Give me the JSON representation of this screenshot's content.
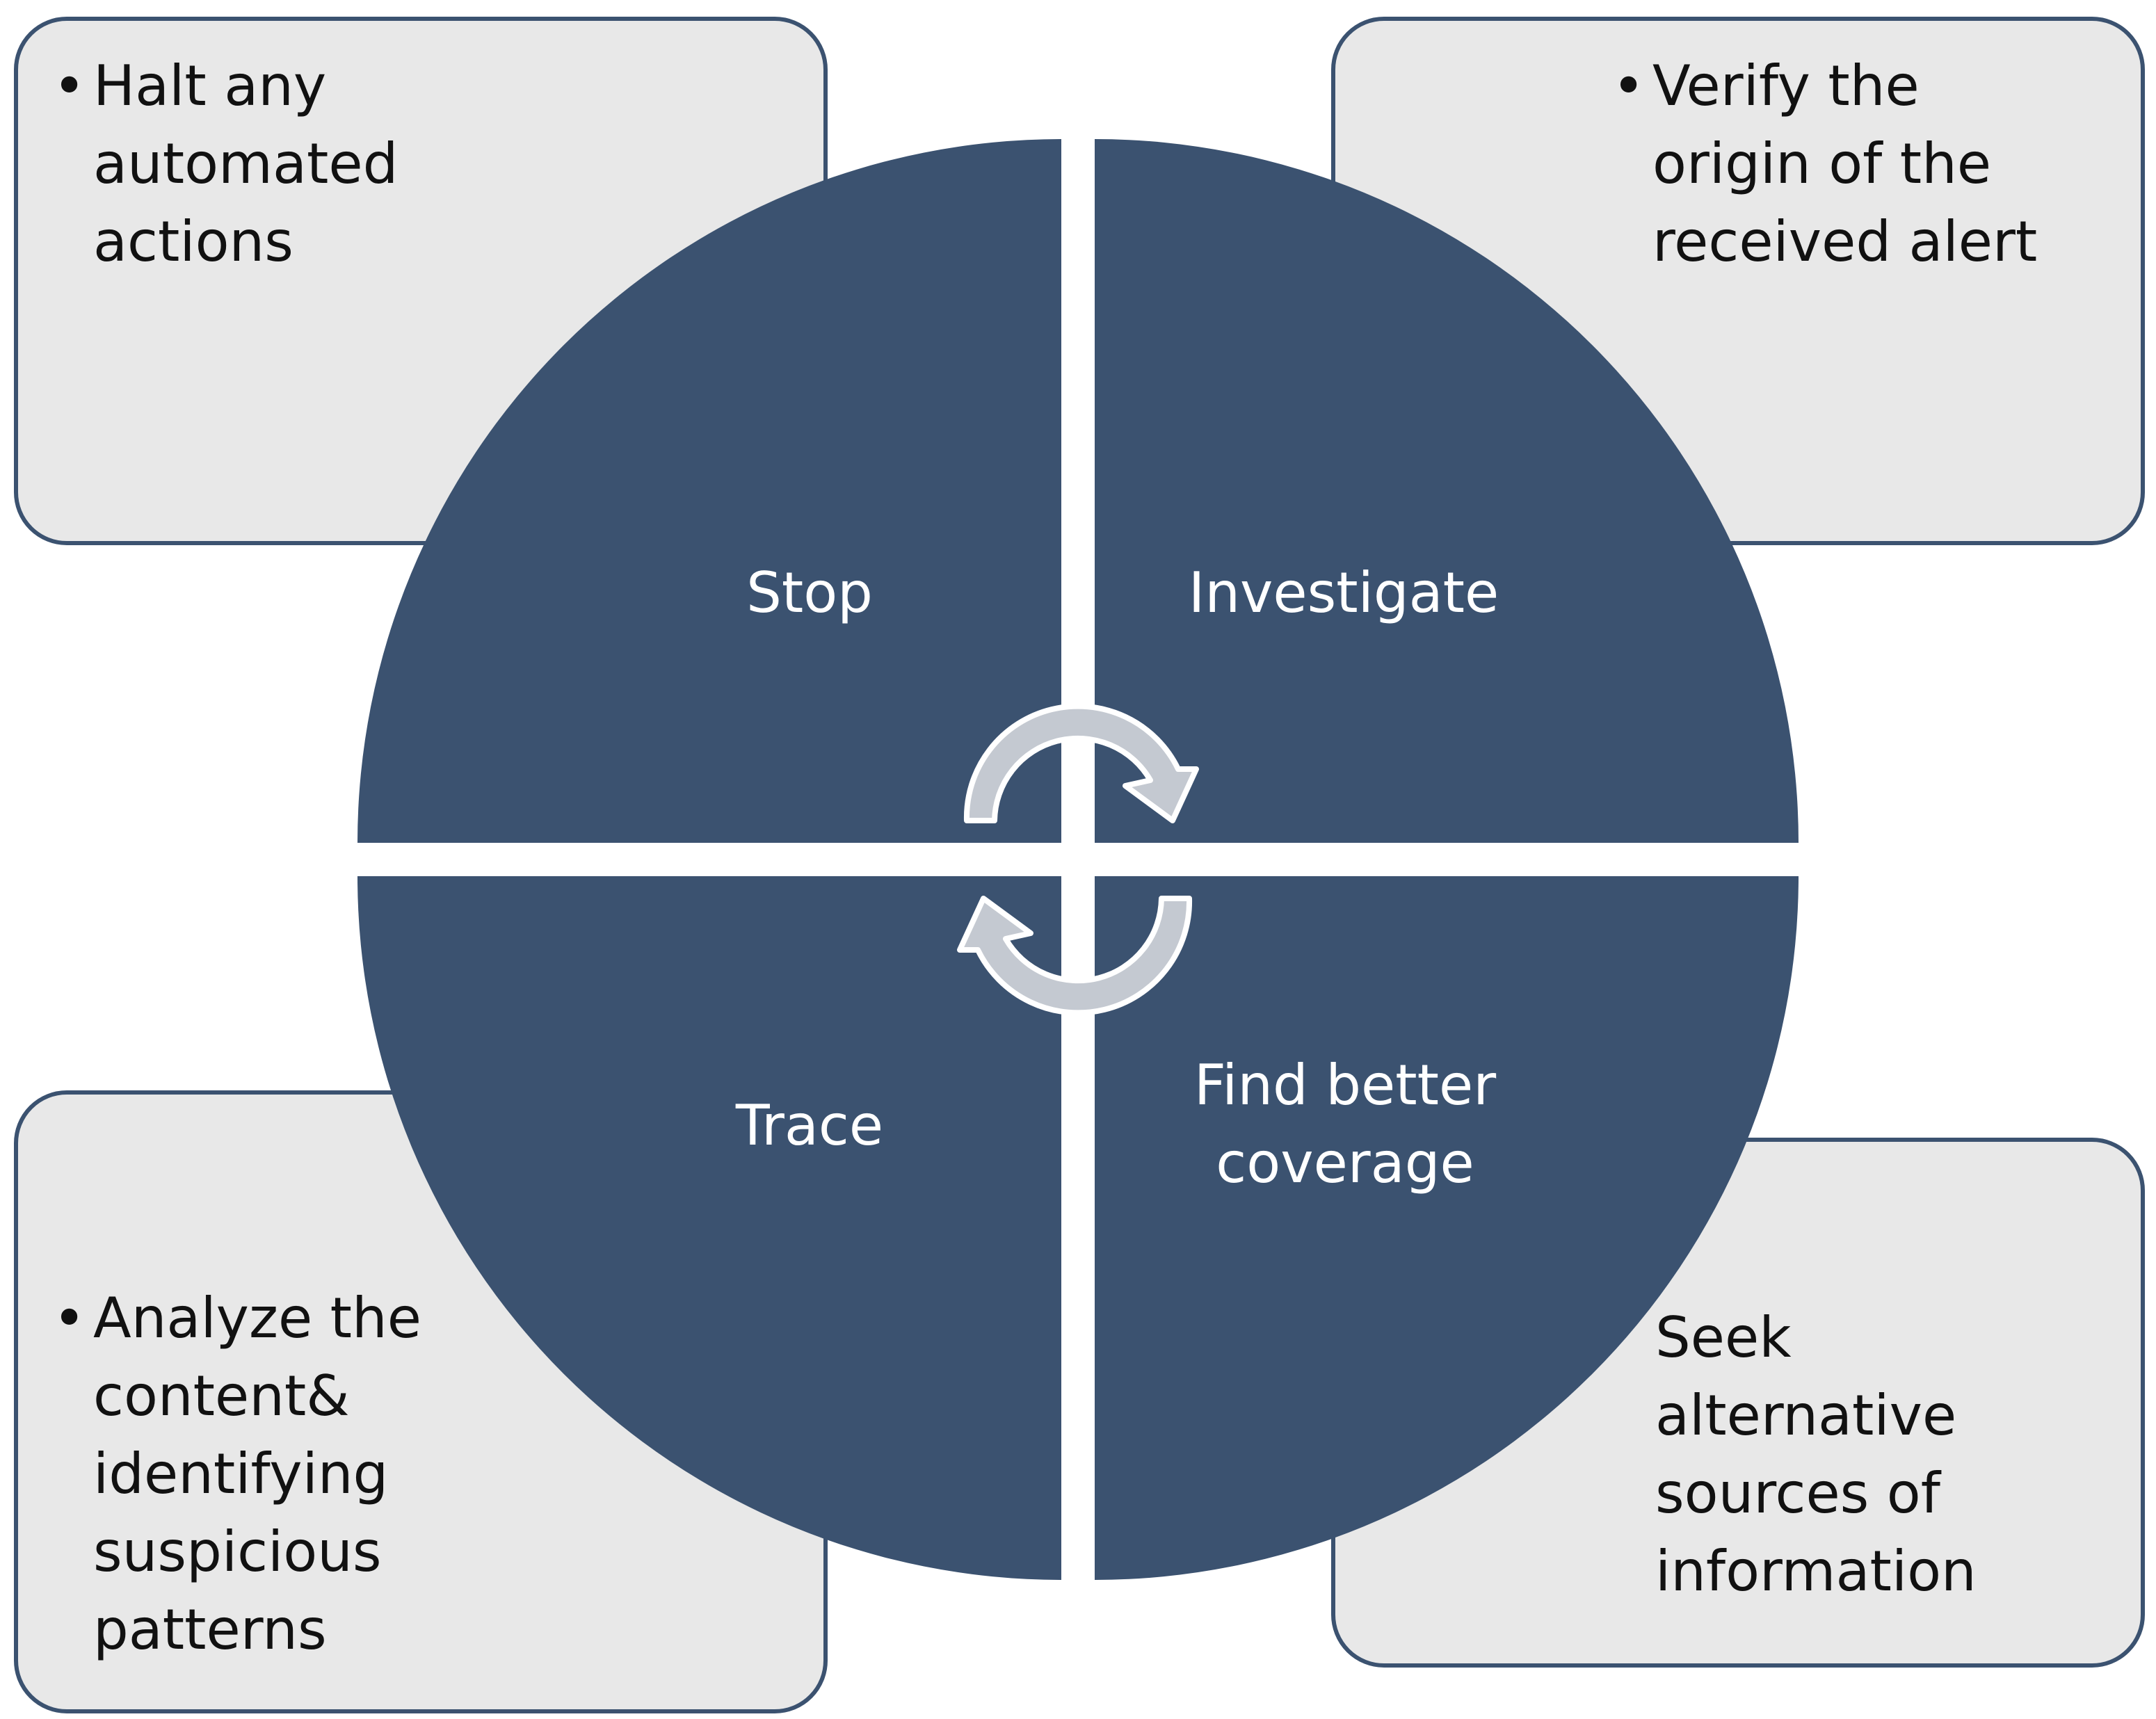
{
  "segments": [
    {
      "label": "Stop"
    },
    {
      "label": "Investigate"
    },
    {
      "label": "Trace"
    },
    {
      "label": "Find better coverage",
      "lines": [
        "Find better",
        "coverage"
      ]
    }
  ],
  "boxes": {
    "top_left": {
      "lines": [
        "Halt any",
        "automated",
        "actions"
      ]
    },
    "top_right": {
      "lines": [
        "Verify the",
        "origin of the",
        "received alert"
      ]
    },
    "bottom_left": {
      "lines": [
        "Analyze the",
        "content&",
        "identifying",
        "suspicious",
        "patterns"
      ]
    },
    "bottom_right": {
      "lines": [
        "Seek",
        "alternative",
        "sources of",
        "information"
      ]
    }
  },
  "icons": [
    "cycle-arrow-icon"
  ],
  "colors": {
    "segment_fill": "#3b5270",
    "box_fill": "#e8e8e8",
    "box_border": "#3b5270",
    "arrow_fill": "#c4c9d1"
  }
}
